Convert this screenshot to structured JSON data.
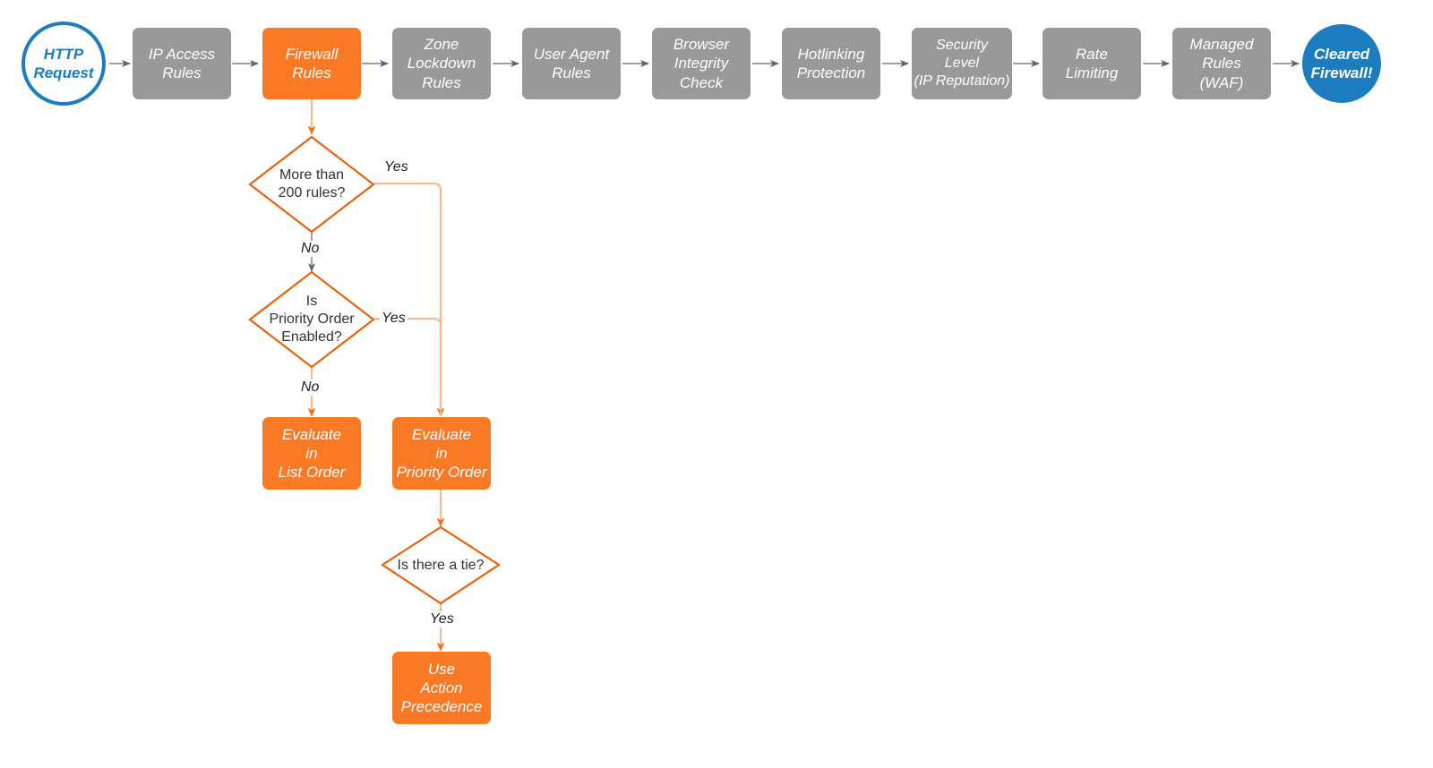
{
  "diagram": {
    "title": "Cloudflare firewall rules evaluation order flowchart",
    "colors": {
      "gray_fill": "#999999",
      "orange_fill": "#f97924",
      "orange_stroke": "#e8620c",
      "orange_light_line": "#fbb98a",
      "blue": "#1c7cc0",
      "gray_line": "#808080",
      "text_dark": "#333333",
      "white": "#ffffff"
    },
    "pipeline": {
      "start": {
        "label": "HTTP\nRequest",
        "shape": "circle-outline"
      },
      "steps": [
        {
          "label": "IP Access\nRules",
          "shape": "box",
          "color": "gray"
        },
        {
          "label": "Firewall\nRules",
          "shape": "box",
          "color": "orange"
        },
        {
          "label": "Zone\nLockdown\nRules",
          "shape": "box",
          "color": "gray"
        },
        {
          "label": "User Agent\nRules",
          "shape": "box",
          "color": "gray"
        },
        {
          "label": "Browser\nIntegrity\nCheck",
          "shape": "box",
          "color": "gray"
        },
        {
          "label": "Hotlinking\nProtection",
          "shape": "box",
          "color": "gray"
        },
        {
          "label": "Security\nLevel\n(IP Reputation)",
          "shape": "box",
          "color": "gray"
        },
        {
          "label": "Rate\nLimiting",
          "shape": "box",
          "color": "gray"
        },
        {
          "label": "Managed\nRules\n(WAF)",
          "shape": "box",
          "color": "gray"
        }
      ],
      "end": {
        "label": "Cleared\nFirewall!",
        "shape": "circle-filled"
      }
    },
    "branch": {
      "decisions": [
        {
          "id": "more-than-200-rules",
          "label": "More than\n200 rules?"
        },
        {
          "id": "priority-order-enabled",
          "label": "Is\nPriority Order\nEnabled?"
        },
        {
          "id": "is-there-a-tie",
          "label": "Is there a tie?"
        }
      ],
      "outcomes": [
        {
          "id": "evaluate-list-order",
          "label": "Evaluate\nin\nList Order"
        },
        {
          "id": "evaluate-priority-order",
          "label": "Evaluate\nin\nPriority Order"
        },
        {
          "id": "use-action-precedence",
          "label": "Use\nAction\nPrecedence"
        }
      ],
      "edge_labels": {
        "more_rules_yes": "Yes",
        "more_rules_no": "No",
        "priority_yes": "Yes",
        "priority_no": "No",
        "tie_yes": "Yes"
      }
    }
  }
}
